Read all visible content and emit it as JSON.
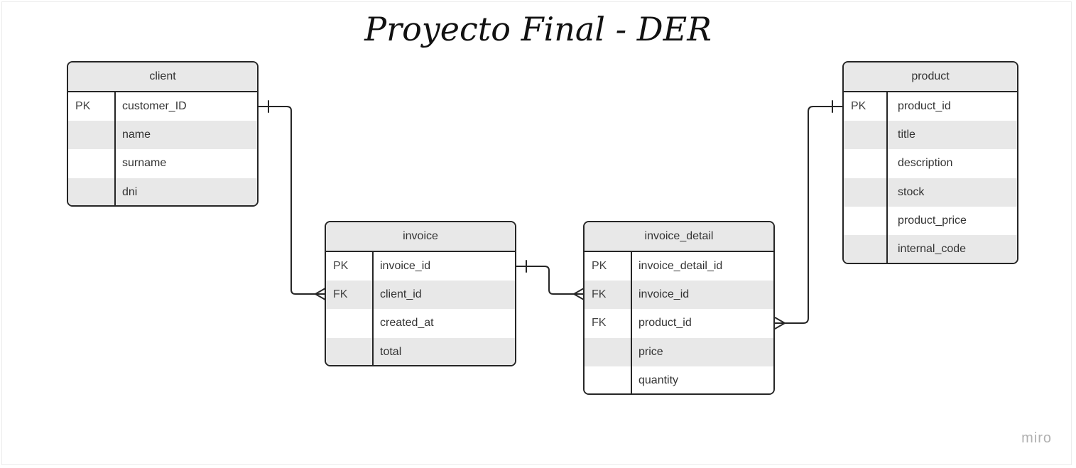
{
  "title": "Proyecto Final - DER",
  "watermark": "miro",
  "entities": {
    "client": {
      "name": "client",
      "rows": [
        {
          "key": "PK",
          "field": "customer_ID"
        },
        {
          "key": "",
          "field": "name"
        },
        {
          "key": "",
          "field": "surname"
        },
        {
          "key": "",
          "field": "dni"
        }
      ]
    },
    "invoice": {
      "name": "invoice",
      "rows": [
        {
          "key": "PK",
          "field": "invoice_id"
        },
        {
          "key": "FK",
          "field": "client_id"
        },
        {
          "key": "",
          "field": "created_at"
        },
        {
          "key": "",
          "field": "total"
        }
      ]
    },
    "invoice_detail": {
      "name": "invoice_detail",
      "rows": [
        {
          "key": "PK",
          "field": "invoice_detail_id"
        },
        {
          "key": "FK",
          "field": "invoice_id"
        },
        {
          "key": "FK",
          "field": "product_id"
        },
        {
          "key": "",
          "field": "price"
        },
        {
          "key": "",
          "field": "quantity"
        }
      ]
    },
    "product": {
      "name": "product",
      "rows": [
        {
          "key": "PK",
          "field": "product_id"
        },
        {
          "key": "",
          "field": "title"
        },
        {
          "key": "",
          "field": "description"
        },
        {
          "key": "",
          "field": "stock"
        },
        {
          "key": "",
          "field": "product_price"
        },
        {
          "key": "",
          "field": "internal_code"
        }
      ]
    }
  },
  "relationships": [
    {
      "from": "client.customer_ID",
      "to": "invoice.client_id",
      "from_end": "one",
      "to_end": "many"
    },
    {
      "from": "invoice.invoice_id",
      "to": "invoice_detail.invoice_id",
      "from_end": "one",
      "to_end": "many"
    },
    {
      "from": "product.product_id",
      "to": "invoice_detail.product_id",
      "from_end": "one",
      "to_end": "many"
    }
  ]
}
